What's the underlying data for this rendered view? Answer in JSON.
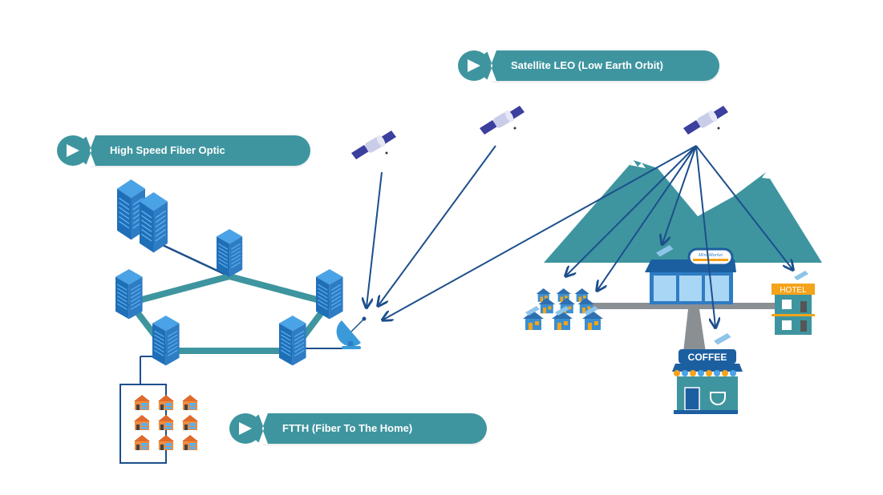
{
  "labels": {
    "satellite_leo": "Satellite LEO (Low Earth Orbit)",
    "fiber_optic": "High Speed Fiber Optic",
    "ftth": "FTTH (Fiber To The Home)"
  },
  "signs": {
    "market": "Mini Market",
    "hotel": "HOTEL",
    "coffee": "COFFEE"
  },
  "colors": {
    "teal": "#3e959f",
    "navy": "#1c4f8c",
    "server_blue": "#2e7cc4",
    "orange": "#f5a31a",
    "white": "#ffffff"
  },
  "icons": [
    "satellite-icon",
    "server-icon",
    "dish-antenna-icon",
    "house-icon",
    "mountain-icon",
    "store-icon",
    "hotel-icon",
    "coffee-shop-icon",
    "play-arrow-icon"
  ]
}
